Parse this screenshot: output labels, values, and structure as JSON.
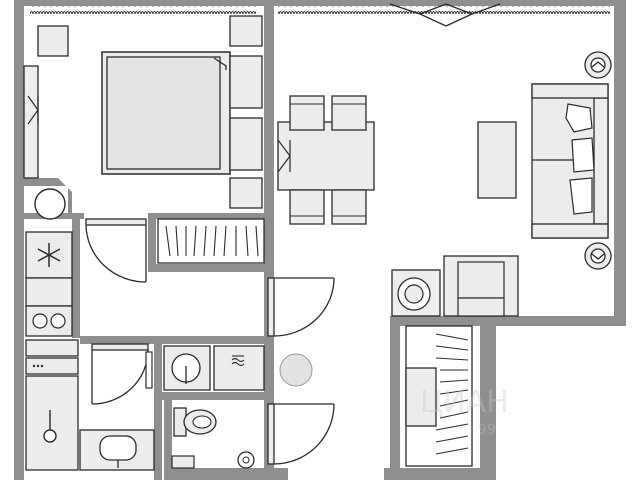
{
  "colors": {
    "wall": "#8f8f8f",
    "furniture_fill": "#ececec",
    "line": "#2b2b2b",
    "floor": "#ffffff",
    "cutout": "#e2e2e2"
  },
  "icons": {
    "snowflake": "snowflake-icon",
    "window": "window-icon",
    "door": "door-swing-icon",
    "ceiling_lamp": "ceiling-lamp-icon"
  },
  "rooms": [
    {
      "id": "bedroom"
    },
    {
      "id": "living-dining-room"
    },
    {
      "id": "kitchen"
    },
    {
      "id": "hallway"
    },
    {
      "id": "bathroom"
    },
    {
      "id": "toilet"
    },
    {
      "id": "balcony"
    }
  ],
  "watermark": {
    "text": "ЦИАН",
    "sub": "99"
  }
}
